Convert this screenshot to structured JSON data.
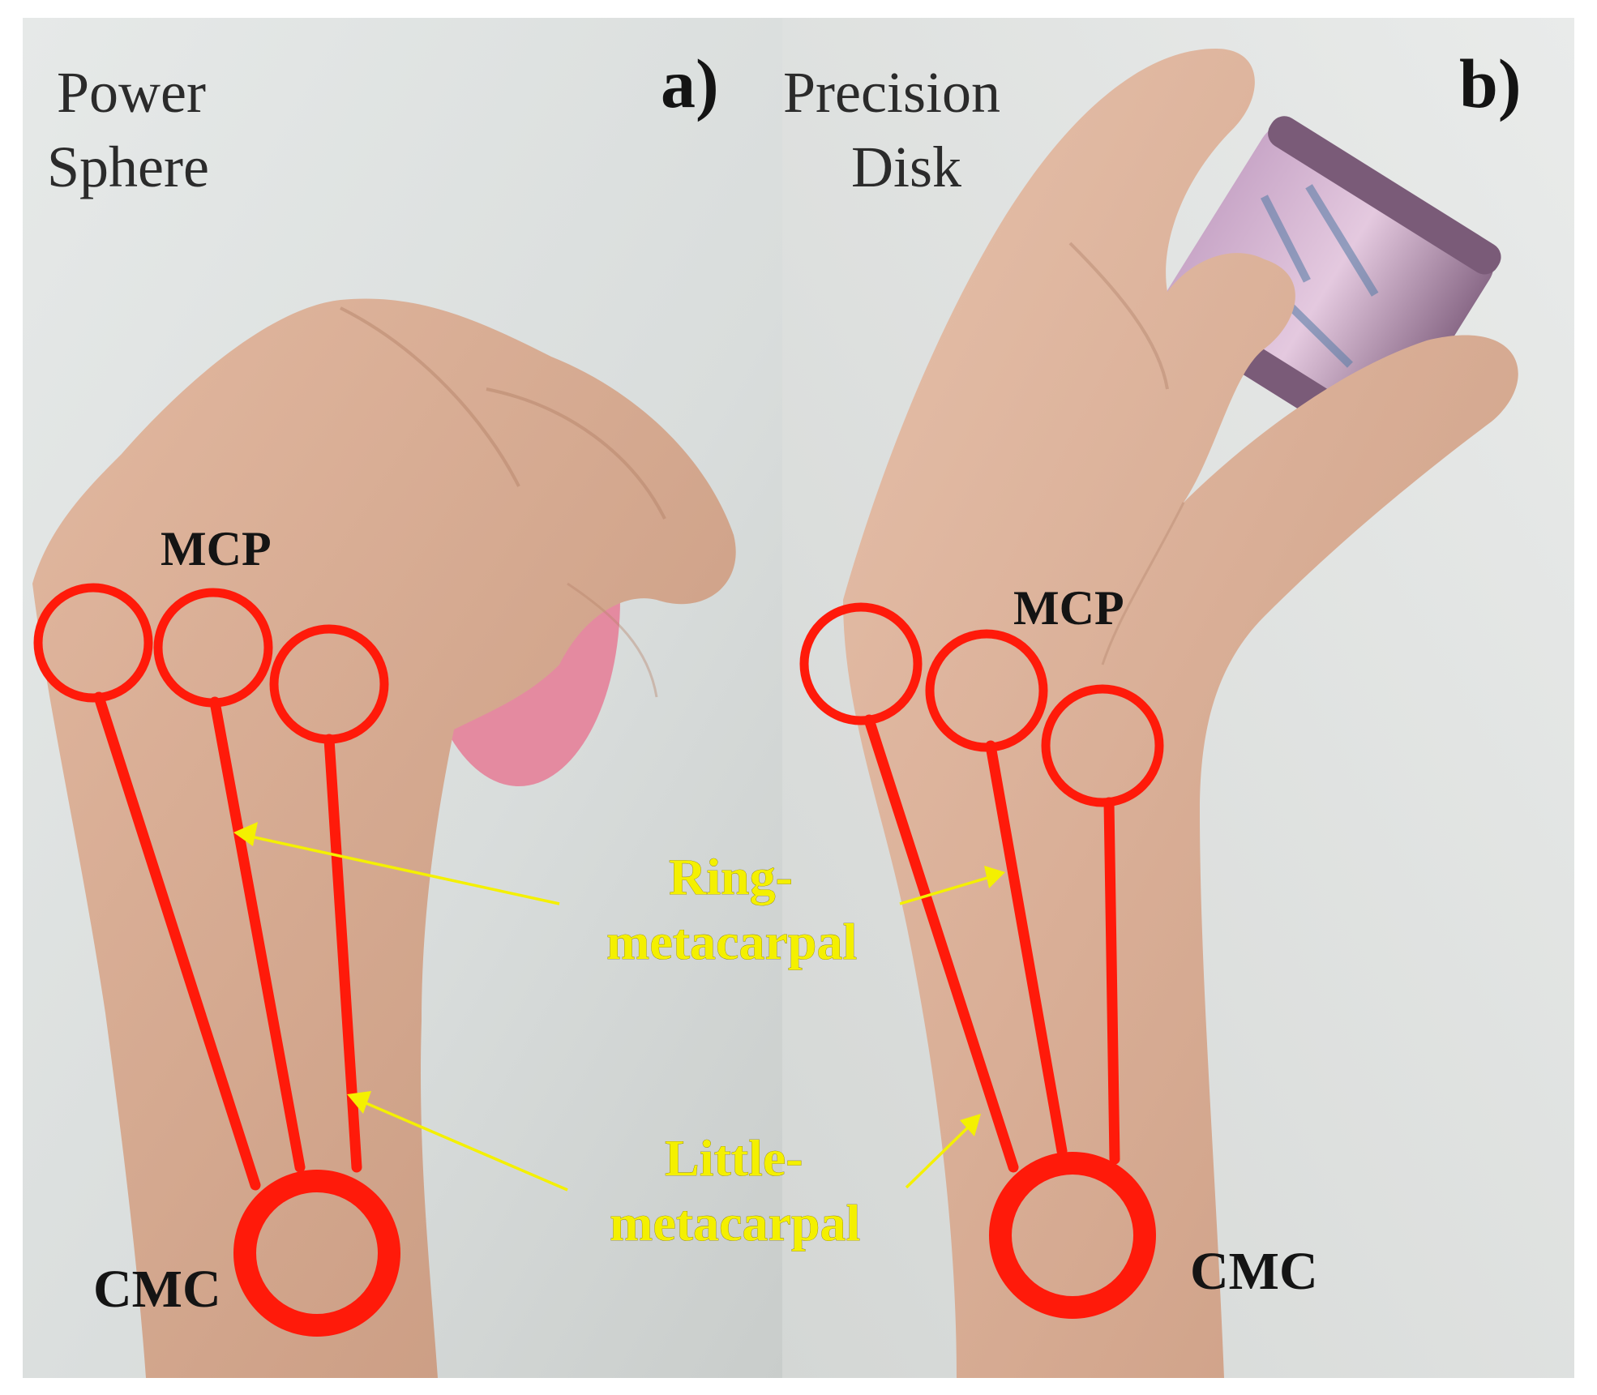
{
  "panels": [
    {
      "letter": "a)",
      "grasp_title": [
        "Power",
        "Sphere"
      ],
      "labels": {
        "mcp": "MCP",
        "cmc": "CMC"
      }
    },
    {
      "letter": "b)",
      "grasp_title": [
        "Precision",
        "Disk"
      ],
      "labels": {
        "mcp": "MCP",
        "cmc": "CMC"
      }
    }
  ],
  "shared_labels": {
    "ring": [
      "Ring-",
      "metacarpal"
    ],
    "little": [
      "Little-",
      "metacarpal"
    ]
  },
  "colors": {
    "skeleton": "#ff1a0a",
    "annotation": "#f4f000",
    "label": "#141414",
    "wall": "#dfe3e2",
    "skin": "#d7ab91"
  },
  "icons": {
    "hand_a": "hand-power-sphere-grasp-photo",
    "hand_b": "hand-precision-disk-grasp-photo"
  }
}
